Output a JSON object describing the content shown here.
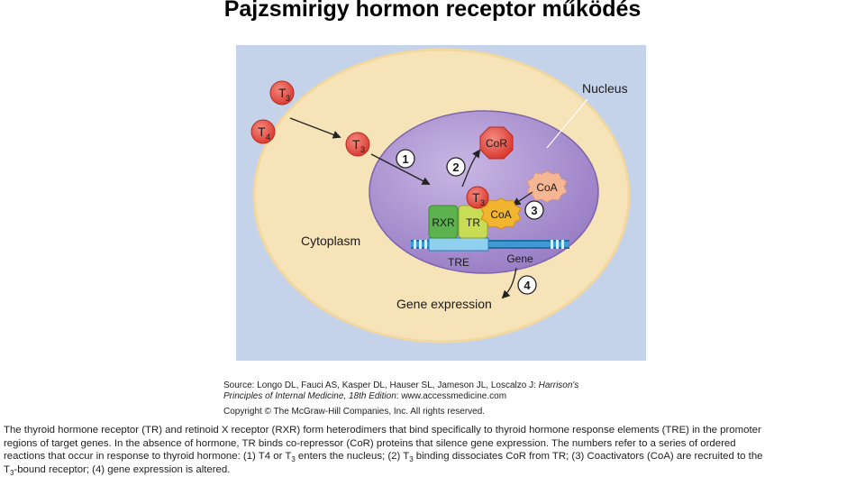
{
  "title": "Pajzsmirigy hormon receptor működés",
  "diagram": {
    "hormones": {
      "t3": {
        "letter": "T",
        "sub": "3"
      },
      "t4": {
        "letter": "T",
        "sub": "4"
      }
    },
    "labels": {
      "nucleus": "Nucleus",
      "cytoplasm": "Cytoplasm",
      "cor": "CoR",
      "coa": "CoA",
      "rxr": "RXR",
      "tr": "TR",
      "tre": "TRE",
      "gene": "Gene",
      "gene_expression": "Gene expression"
    },
    "steps": [
      "1",
      "2",
      "3",
      "4"
    ],
    "colors": {
      "background_panel": "#c5d3ea",
      "cytoplasm": "#f6e4b8",
      "nucleus": "#a48cc9",
      "hormone": "#e8473c",
      "rxr": "#5bb24f",
      "tr": "#c9dc55",
      "coa": "#f1b530",
      "dna": "#3f9ad3"
    }
  },
  "source": {
    "line1": "Source: Longo DL, Fauci AS, Kasper DL, Hauser SL, Jameson JL, Loscalzo J: ",
    "line1_italic": "Harrison's",
    "line2_italic": "Principles of Internal Medicine, 18th Edition",
    "line2": ": www.accessmedicine.com",
    "copyright": "Copyright © The McGraw-Hill Companies, Inc. All rights reserved."
  },
  "caption": {
    "line1": "The thyroid hormone receptor (TR) and retinoid X receptor (RXR) form heterodimers that bind specifically to thyroid hormone response elements (TRE) in the promoter",
    "line2": "regions of target genes. In the absence of hormone, TR binds co-repressor (CoR) proteins that silence gene expression. The numbers refer to a series of ordered",
    "line3_a": "reactions that occur in response to thyroid hormone: (1) T4 or T",
    "line3_sub1": "3",
    "line3_b": " enters the nucleus; (2) T",
    "line3_sub2": "3",
    "line3_c": " binding dissociates CoR from TR; (3) Coactivators (CoA) are recruited to the",
    "line4_a": "T",
    "line4_sub": "3",
    "line4_b": "-bound receptor; (4) gene expression is altered."
  }
}
